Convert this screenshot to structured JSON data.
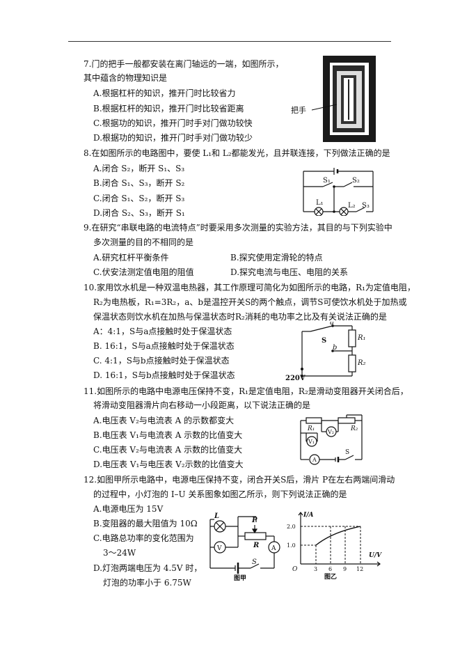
{
  "q7": {
    "stem1": "7.门的把手一般都安装在离门轴远的一端，如图所示，",
    "stem2": "其中蕴含的物理知识是",
    "options": [
      "A.根据杠杆的知识，推开门时比较省力",
      "B.根据杠杆的知识，推开门时比较省距离",
      "C.根据功的知识，推开门时手对门做功较快",
      "D.根据功的知识，推开门时手对门做功较少"
    ],
    "figure_label": "把手"
  },
  "q8": {
    "stem": "8.在如图所示的电路图中，要使 L₁和 L₂都能发光，且并联连接，下列做法正确的是",
    "options": [
      "A.闭合 S₂，断开 S₁、S₃",
      "B.闭合 S₁、S₃，断开 S₂",
      "C.闭合 S₁、S₂，断开 S₃",
      "D.闭合 S₂、S₃，断开 S₁"
    ],
    "fig_labels": {
      "s1": "S₁",
      "s2": "S₂",
      "s3": "S₃",
      "l1": "L₁",
      "l2": "L₂"
    }
  },
  "q9": {
    "stem1": "9.在研究“串联电路的电流特点”时要采用多次测量的实验方法，其目的与下列实验中",
    "stem2": "多次测量的目的不相同的是",
    "optA": "A.研究杠杆平衡条件",
    "optB": "B.探究使用定滑轮的特点",
    "optC": "C.伏安法测定值电阻的阻值",
    "optD": "D.探究电流与电压、电阻的关系"
  },
  "q10": {
    "stem1": "10.家用饮水机是一种双温电热器，其工作原理可简化为如图所示的电路，R₁为定值电阻，",
    "stem2": "R₂为电热板，R₁=3R₂，a、b是温控开关S的两个触点，调节S可使饮水机处于加热或",
    "stem3": "保温状态则饮水机在加热与保温状态时R₂消耗的电功率之比及有关说法正确的是",
    "options": [
      "A：4:1，S与a点接触时处于保温状态",
      "B. 16:1，S与a点接触时处于保温状态",
      "C. 4:1，S与b点接触时处于保温状态",
      "D. 16:1，S与b点接触时处于保温状态"
    ],
    "fig_labels": {
      "a": "a",
      "b": "b",
      "s": "S",
      "r1": "R₁",
      "r2": "R₂",
      "v": "220V"
    }
  },
  "q11": {
    "stem1": "11.如图所示的电路中电源电压保持不变，R₁是定值电阻，R₂是滑动变阻器开关闭合后，",
    "stem2": "将滑动变阻器滑片向右移动一小段距离，以下说法正确的是",
    "options": [
      "A.电压表 V₂与电流表 A 的示数都变大",
      "B.电压表 V₁与电流表 A 示数的比值变大",
      "C.电压表 V₂与电流表 A 示数的比值变大",
      "D.电压表 V₁与电压表 V₂示数的比值变大"
    ],
    "fig_labels": {
      "r1": "R₁",
      "r2": "R₂",
      "v1": "V₁",
      "v2": "V₂",
      "a": "A",
      "s": "S"
    }
  },
  "q12": {
    "stem1": "12.如图甲所示电路中，电源电压保持不变，闭合开关S后，滑片 P在左右两端间滑动",
    "stem2": "的过程中，小灯泡的 I–U 关系图象如图乙所示，则下列说法正确的是",
    "options": [
      "A.电源电压为 15V",
      "B.变阻器的最大阻值为 10Ω",
      "C.电路总功率的变化范围为",
      "3～24W",
      "D.灯泡两端电压为 4.5V 时，",
      "灯泡的功率小于 6.75W"
    ],
    "fig_jia_labels": {
      "l": "L",
      "p": "P",
      "r": "R",
      "v": "V",
      "a": "A",
      "s": "S",
      "caption": "图甲"
    },
    "fig_yi": {
      "y_axis": "I/A",
      "x_axis": "U/V",
      "origin": "O",
      "y_ticks": [
        "2.0",
        "1.0"
      ],
      "x_ticks": [
        "3",
        "6",
        "9",
        "12"
      ],
      "caption": "图乙"
    }
  }
}
